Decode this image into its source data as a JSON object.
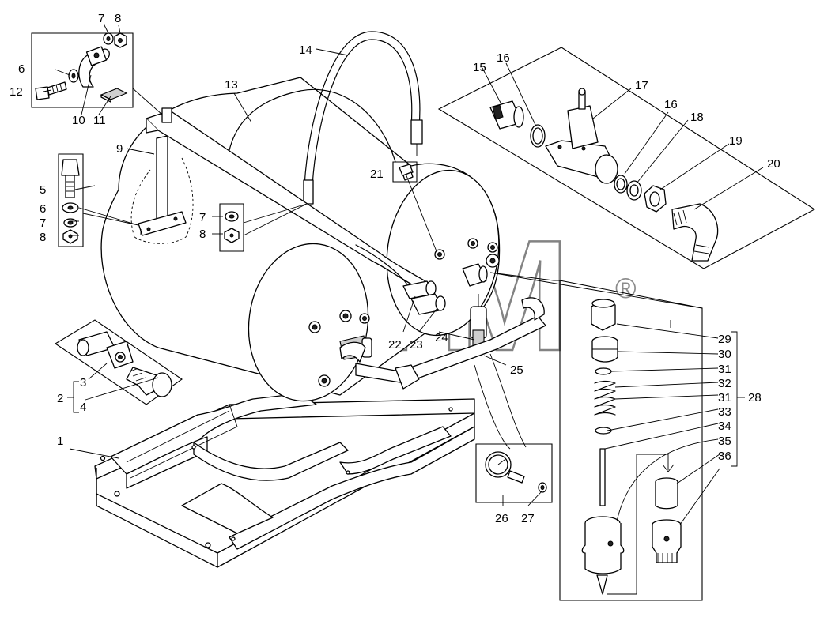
{
  "watermark": {
    "text": "BTM",
    "registered": "®"
  },
  "callouts": {
    "c1": "1",
    "c2": "2",
    "c3": "3",
    "c4": "4",
    "c5": "5",
    "c6a": "6",
    "c6b": "6",
    "c7a": "7",
    "c7b": "7",
    "c7c": "7",
    "c8a": "8",
    "c8b": "8",
    "c8c": "8",
    "c9": "9",
    "c10": "10",
    "c11": "11",
    "c12": "12",
    "c13": "13",
    "c14": "14",
    "c15": "15",
    "c16a": "16",
    "c16b": "16",
    "c17": "17",
    "c18": "18",
    "c19": "19",
    "c20": "20",
    "c21": "21",
    "c22": "22",
    "c23": "23",
    "c24": "24",
    "c25": "25",
    "c26": "26",
    "c27": "27",
    "c28": "28",
    "c29": "29",
    "c30": "30",
    "c31a": "31",
    "c31b": "31",
    "c32": "32",
    "c33": "33",
    "c34": "34",
    "c35": "35",
    "c36": "36"
  }
}
